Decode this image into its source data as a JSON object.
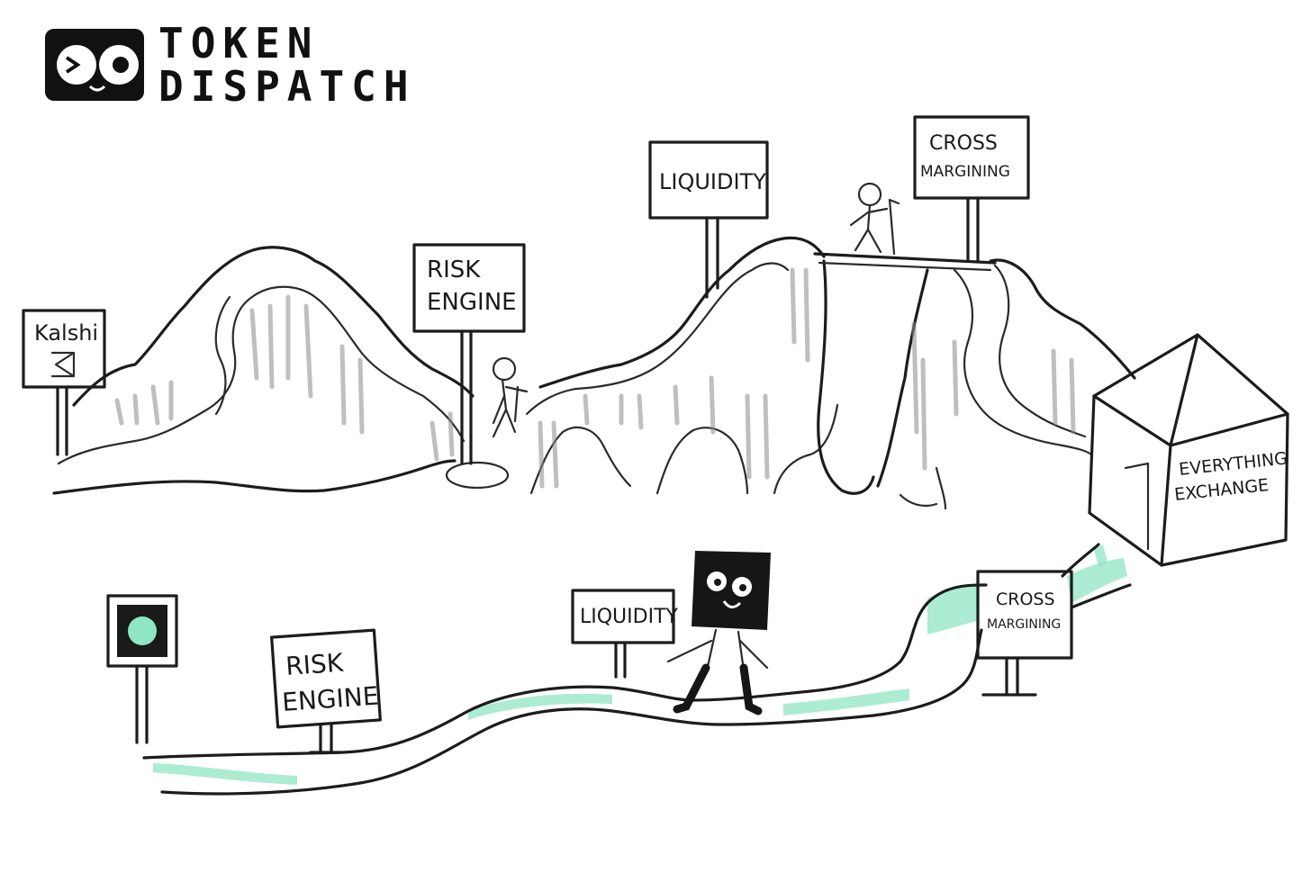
{
  "brand": {
    "line1": "TOKEN",
    "line2": "DISPATCH",
    "accent_color": "#8fe6c4",
    "ink_color": "#111111"
  },
  "top_scene": {
    "start_sign": "Kalshi",
    "signs": [
      {
        "line1": "RISK",
        "line2": "ENGINE"
      },
      {
        "line1": "LIQUIDITY",
        "line2": ""
      },
      {
        "line1": "CROSS",
        "line2": "MARGINING"
      }
    ],
    "destination": {
      "line1": "EVERYTHING",
      "line2": "EXCHANGE"
    }
  },
  "bottom_scene": {
    "signs": [
      {
        "line1": "RISK",
        "line2": "ENGINE"
      },
      {
        "line1": "LIQUIDITY",
        "line2": ""
      },
      {
        "line1": "CROSS",
        "line2": "MARGINING"
      }
    ]
  }
}
